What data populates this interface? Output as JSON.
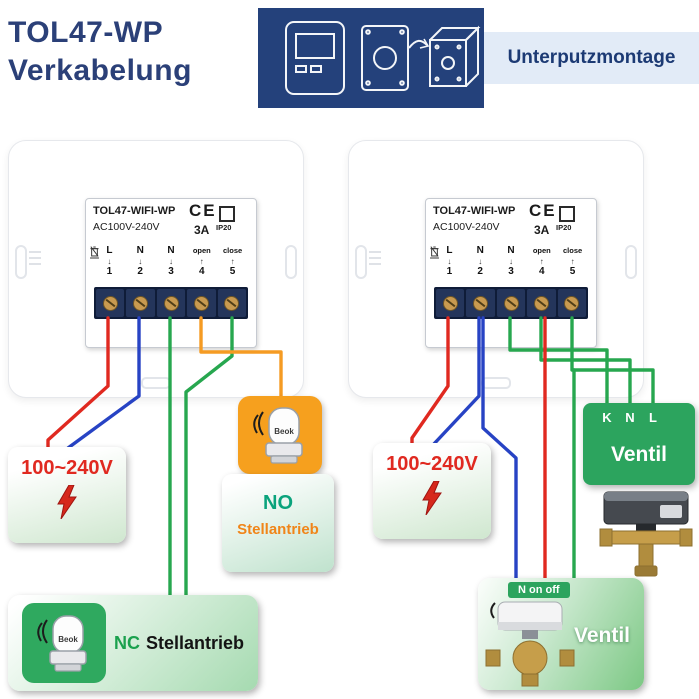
{
  "header": {
    "title_line1": "TOL47-WP",
    "title_line2": "Verkabelung",
    "banner_label": "Unterputzmontage"
  },
  "module": {
    "model": "TOL47-WIFI-WP",
    "ce": "CE",
    "ip": "IP20",
    "voltage": "AC100V-240V",
    "amp": "3A",
    "terminal_labels": [
      "L",
      "N",
      "N",
      "open",
      "close"
    ],
    "terminal_arrows": [
      "↓",
      "↓",
      "↓",
      "↑",
      "↑"
    ],
    "terminal_numbers": [
      "1",
      "2",
      "3",
      "4",
      "5"
    ]
  },
  "labels": {
    "power": "100~240V",
    "no_line1": "NO",
    "no_line2": "Stellantrieb",
    "nc_prefix": "NC",
    "nc_text": "Stellantrieb",
    "actuator_brand": "Beok",
    "valve_top_terminals": [
      "K",
      "N",
      "L"
    ],
    "valve_top": "Ventil",
    "valve_bottom_header": "N on off",
    "valve_bottom": "Ventil"
  },
  "colors": {
    "accent_navy": "#24417b",
    "title_navy": "#2b4078",
    "wire_red": "#e02920",
    "wire_blue": "#2743c4",
    "wire_green": "#27a74f",
    "wire_orange": "#f59b23",
    "green_panel": "#2ca45e",
    "orange_panel": "#f6a01e"
  }
}
